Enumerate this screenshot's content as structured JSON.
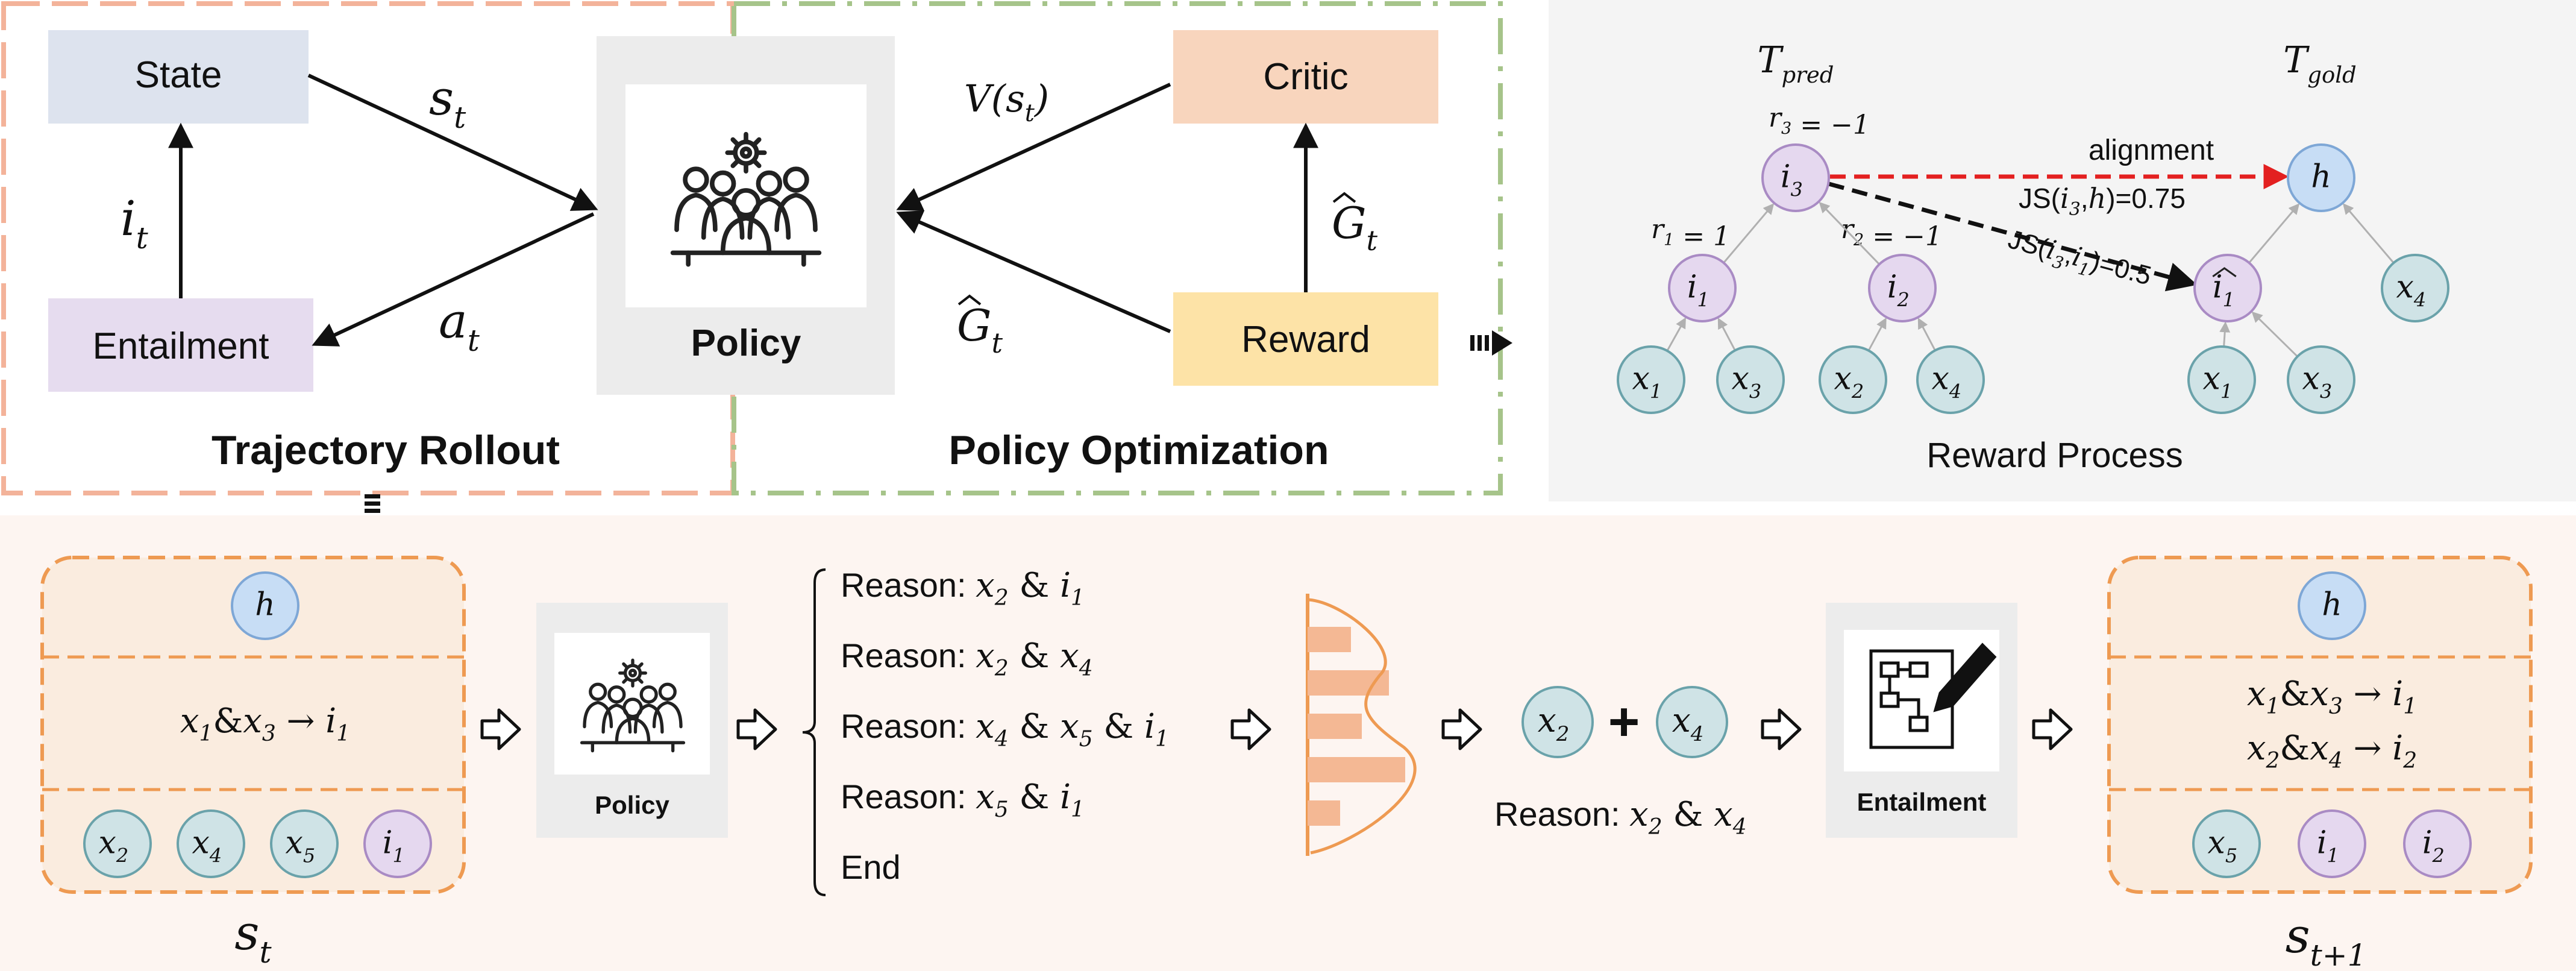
{
  "top_left": {
    "state_label": "State",
    "entailment_label": "Entailment",
    "critic_label": "Critic",
    "reward_label": "Reward",
    "policy_label": "Policy",
    "trajectory_title": "Trajectory Rollout",
    "optimization_title": "Policy Optimization",
    "edge_state": "s",
    "edge_state_sub": "t",
    "edge_action": "a",
    "edge_action_sub": "t",
    "edge_info": "i",
    "edge_info_sub": "t",
    "edge_value": "V(s",
    "edge_value_sub": "t",
    "edge_value_end": ")",
    "edge_return": "G",
    "edge_return_sub": "t",
    "edge_return2": "G",
    "edge_return2_sub": "t"
  },
  "reward_panel": {
    "title": "Reward Process",
    "tpred": "T",
    "tpred_sub": "pred",
    "tgold": "T",
    "tgold_sub": "gold",
    "r3": "r",
    "r3_sub": "3",
    "r3_val": " = −1",
    "r1": "r",
    "r1_sub": "1",
    "r1_val": " = 1",
    "r2": "r",
    "r2_sub": "2",
    "r2_val": " = −1",
    "alignment_label": "alignment",
    "js1_pre": "JS(",
    "js1_i": "i",
    "js1_sub": "3",
    "js1_mid": ",",
    "js1_h": "h",
    "js1_post": ")=0.75",
    "js2_pre": "JS(",
    "js2_i": "i",
    "js2_sub": "3",
    "js2_mid": ",",
    "js2_i2": "i",
    "js2_sub2": "1",
    "js2_post": ")=0.5",
    "pred_nodes": {
      "i3": [
        "i",
        "3"
      ],
      "i1": [
        "i",
        "1"
      ],
      "i2": [
        "i",
        "2"
      ],
      "x1": [
        "x",
        "1"
      ],
      "x3": [
        "x",
        "3"
      ],
      "x2": [
        "x",
        "2"
      ],
      "x4": [
        "x",
        "4"
      ]
    },
    "gold_nodes": {
      "h": [
        "h",
        ""
      ],
      "i1hat": [
        "i",
        "1"
      ],
      "x4": [
        "x",
        "4"
      ],
      "x1": [
        "x",
        "1"
      ],
      "x3": [
        "x",
        "3"
      ]
    }
  },
  "bottom": {
    "st_node_h": "h",
    "st_rule": {
      "a": "x",
      "a_sub": "1",
      "amp": "&",
      "b": "x",
      "b_sub": "3",
      "arrow": "→",
      "c": "i",
      "c_sub": "1"
    },
    "st_nodes": [
      [
        "x",
        "2"
      ],
      [
        "x",
        "4"
      ],
      [
        "x",
        "5"
      ],
      [
        "i",
        "1"
      ]
    ],
    "st_label": "s",
    "st_label_sub": "t",
    "policy_label": "Policy",
    "reason_items": [
      {
        "prefix": "Reason: ",
        "expr": [
          [
            "x",
            "2"
          ],
          [
            " & ",
            ""
          ],
          [
            "i",
            "1"
          ]
        ]
      },
      {
        "prefix": "Reason: ",
        "expr": [
          [
            "x",
            "2"
          ],
          [
            " & ",
            ""
          ],
          [
            "x",
            "4"
          ]
        ]
      },
      {
        "prefix": "Reason: ",
        "expr": [
          [
            "x",
            "4"
          ],
          [
            " & ",
            ""
          ],
          [
            "x",
            "5"
          ],
          [
            " & ",
            ""
          ],
          [
            "i",
            "1"
          ]
        ]
      },
      {
        "prefix": "Reason: ",
        "expr": [
          [
            "x",
            "5"
          ],
          [
            " & ",
            ""
          ],
          [
            "i",
            "1"
          ]
        ]
      },
      {
        "prefix": "End",
        "expr": []
      }
    ],
    "dist_values": [
      0.4,
      0.75,
      0.5,
      0.9,
      0.3
    ],
    "sel_a": [
      "x",
      "2"
    ],
    "sel_plus": "+",
    "sel_b": [
      "x",
      "4"
    ],
    "sel_caption_prefix": "Reason: ",
    "sel_caption": [
      [
        "x",
        "2"
      ],
      [
        " & ",
        ""
      ],
      [
        "x",
        "4"
      ]
    ],
    "entailment_label": "Entailment",
    "st1_node_h": "h",
    "st1_rule1": {
      "a": "x",
      "a_sub": "1",
      "amp": "&",
      "b": "x",
      "b_sub": "3",
      "arrow": "→",
      "c": "i",
      "c_sub": "1"
    },
    "st1_rule2": {
      "a": "x",
      "a_sub": "2",
      "amp": "&",
      "b": "x",
      "b_sub": "4",
      "arrow": "→",
      "c": "i",
      "c_sub": "2"
    },
    "st1_nodes": [
      [
        "x",
        "5"
      ],
      [
        "i",
        "1"
      ],
      [
        "i",
        "2"
      ]
    ],
    "st1_label": "s",
    "st1_label_sub": "t+1"
  },
  "colors": {
    "state": "#dde3ee",
    "entailment": "#e6dcef",
    "critic": "#f8d5bd",
    "reward": "#fde3a7",
    "policy_box": "#ececec",
    "x_node": "#cfe3e6",
    "x_stroke": "#6aa2aa",
    "i_node": "#e5d8ef",
    "i_stroke": "#a98bc4",
    "h_node": "#c7ddf5",
    "h_stroke": "#7ea7d6",
    "orange": "#ee9a52",
    "green_dash": "#a6c48a",
    "pink_dash": "#f3b39a",
    "bottom_bg": "#fdf5f1",
    "state_bg": "#faecdf",
    "red_arrow": "#e32020"
  }
}
